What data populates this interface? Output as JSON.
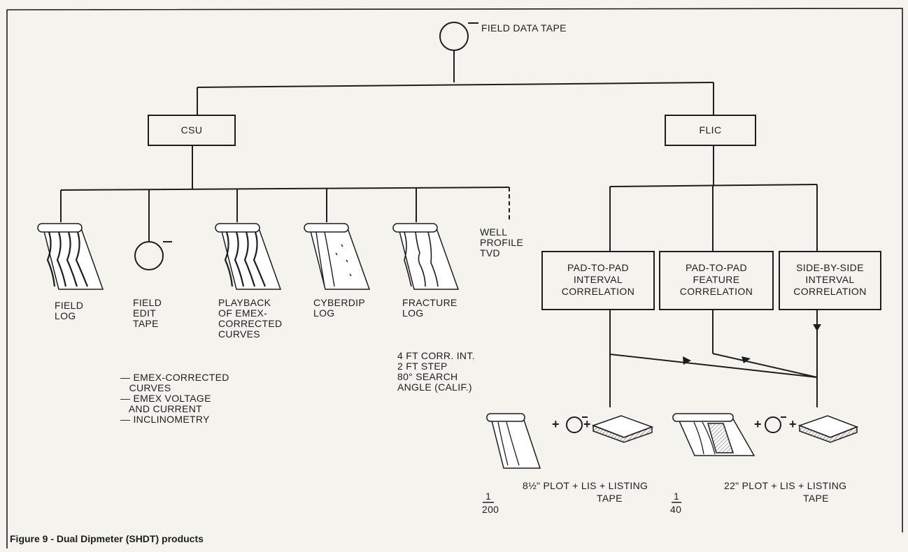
{
  "root": {
    "label": "FIELD DATA TAPE"
  },
  "csu": {
    "label": "CSU",
    "products": [
      {
        "id": "field-log",
        "label": "FIELD\nLOG"
      },
      {
        "id": "field-edit-tape",
        "label": "FIELD\nEDIT\nTAPE"
      },
      {
        "id": "playback",
        "label": "PLAYBACK\nOF EMEX-\nCORRECTED\nCURVES"
      },
      {
        "id": "cyberdip-log",
        "label": "CYBERDIP\nLOG"
      },
      {
        "id": "fracture-log",
        "label": "FRACTURE\nLOG"
      },
      {
        "id": "well-profile",
        "label": "WELL\nPROFILE\nTVD"
      }
    ],
    "edit_tape_notes": "— EMEX-CORRECTED\n   CURVES\n— EMEX VOLTAGE\n   AND CURRENT\n— INCLINOMETRY",
    "fracture_notes": "4 FT CORR. INT.\n2 FT STEP\n80° SEARCH\nANGLE (CALIF.)"
  },
  "flic": {
    "label": "FLIC",
    "boxes": [
      {
        "id": "pad-interval",
        "label": "PAD-TO-PAD\nINTERVAL\nCORRELATION"
      },
      {
        "id": "pad-feature",
        "label": "PAD-TO-PAD\nFEATURE\nCORRELATION"
      },
      {
        "id": "side-by-side",
        "label": "SIDE-BY-SIDE\nINTERVAL\nCORRELATION"
      }
    ],
    "outputs": [
      {
        "id": "output-200",
        "scale_num": "1",
        "scale_den": "200",
        "desc": "8½\" PLOT + LIS + LISTING",
        "tape": "TAPE"
      },
      {
        "id": "output-40",
        "scale_num": "1",
        "scale_den": "40",
        "desc": "22\" PLOT + LIS + LISTING",
        "tape": "TAPE"
      }
    ],
    "plus": "+"
  },
  "caption": "Figure 9 - Dual Dipmeter (SHDT) products"
}
